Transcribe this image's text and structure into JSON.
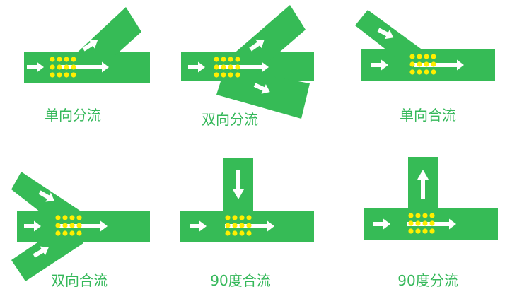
{
  "colors": {
    "road": "#36bb56",
    "arrow": "#ffffff",
    "dots": "#ffee00",
    "caption": "#35b85a",
    "background": "#ffffff"
  },
  "diagrams": [
    {
      "id": "one-way-diverge",
      "caption": "单向分流"
    },
    {
      "id": "two-way-diverge",
      "caption": "双向分流"
    },
    {
      "id": "one-way-merge",
      "caption": "单向合流"
    },
    {
      "id": "two-way-merge",
      "caption": "双向合流"
    },
    {
      "id": "merge-90",
      "caption": "90度合流"
    },
    {
      "id": "diverge-90",
      "caption": "90度分流"
    }
  ]
}
